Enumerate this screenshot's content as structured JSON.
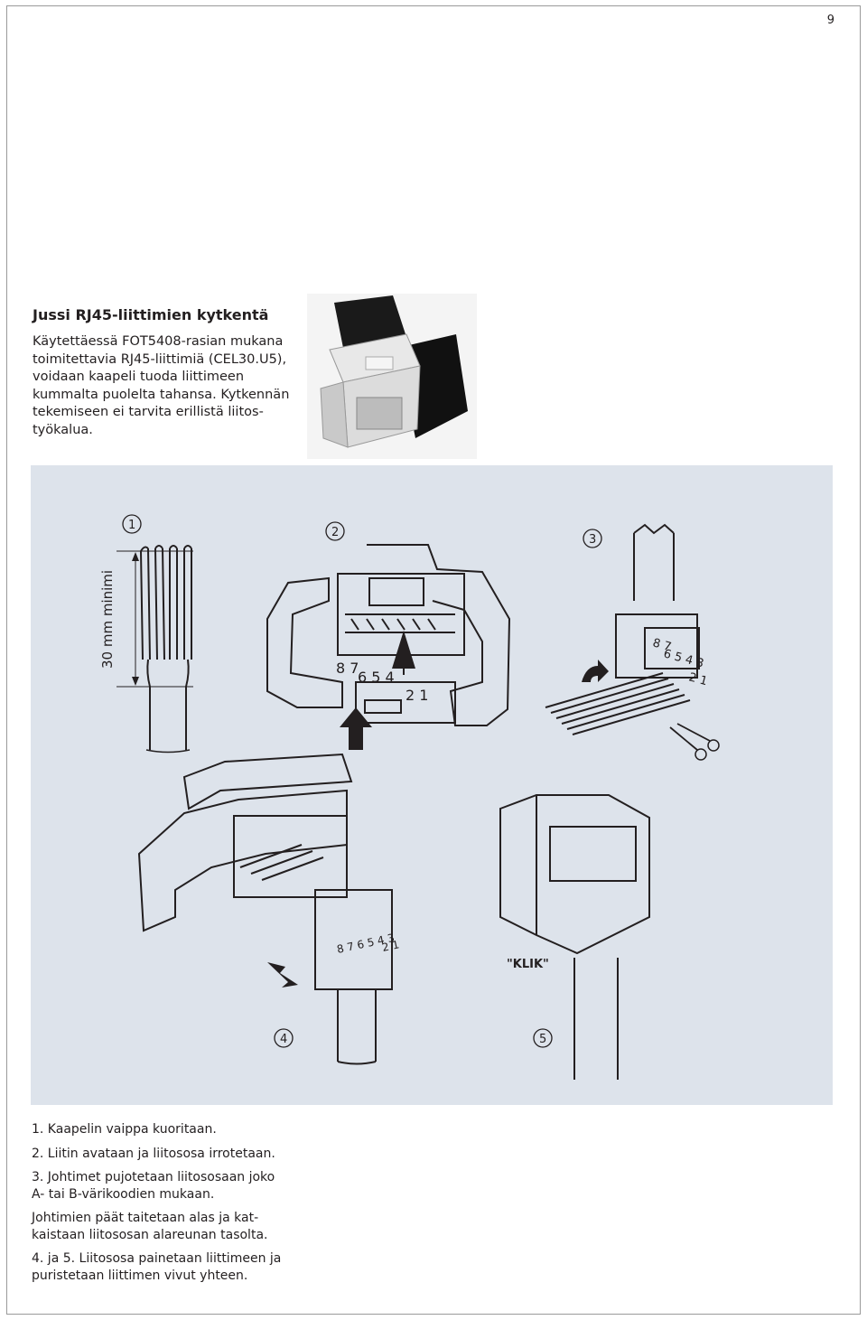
{
  "page_number": "9",
  "section": {
    "title": "Jussi RJ45-liittimien kytkentä",
    "intro": "Käytettäessä FOT5408-rasian mukana\ntoimitettavia RJ45-liittimiä (CEL30.U5),\nvoidaan kaapeli tuoda liittimeen\nkummalta puolelta tahansa. Kytkennän\ntekemiseen ei tarvita erillistä liitos-\ntyökalua."
  },
  "diagram": {
    "dimension_label": "30 mm minimi",
    "step_markers": [
      "1",
      "2",
      "3",
      "4",
      "5"
    ],
    "klik_label": "\"KLIK\"",
    "pin_labels": {
      "left_top": "8 7",
      "left_mid": "6 5 4",
      "left_bottom": "2 1",
      "right_top": "8 7",
      "right_mid": "6 5 4 3",
      "right_bottom": "2 1",
      "insert_top": "8 7 6 5 4 3",
      "insert_bottom": "2 1"
    }
  },
  "steps": [
    "1. Kaapelin vaippa kuoritaan.",
    "2. Liitin avataan ja liitososa irrotetaan.",
    "3. Johtimet pujotetaan liitososaan joko\nA- tai B-värikoodien mukaan.",
    "Johtimien päät taitetaan alas ja kat-\nkaistaan liitososan alareunan tasolta.",
    "4. ja 5. Liitososa painetaan liittimeen ja\npuristetaan liittimen vivut yhteen."
  ]
}
